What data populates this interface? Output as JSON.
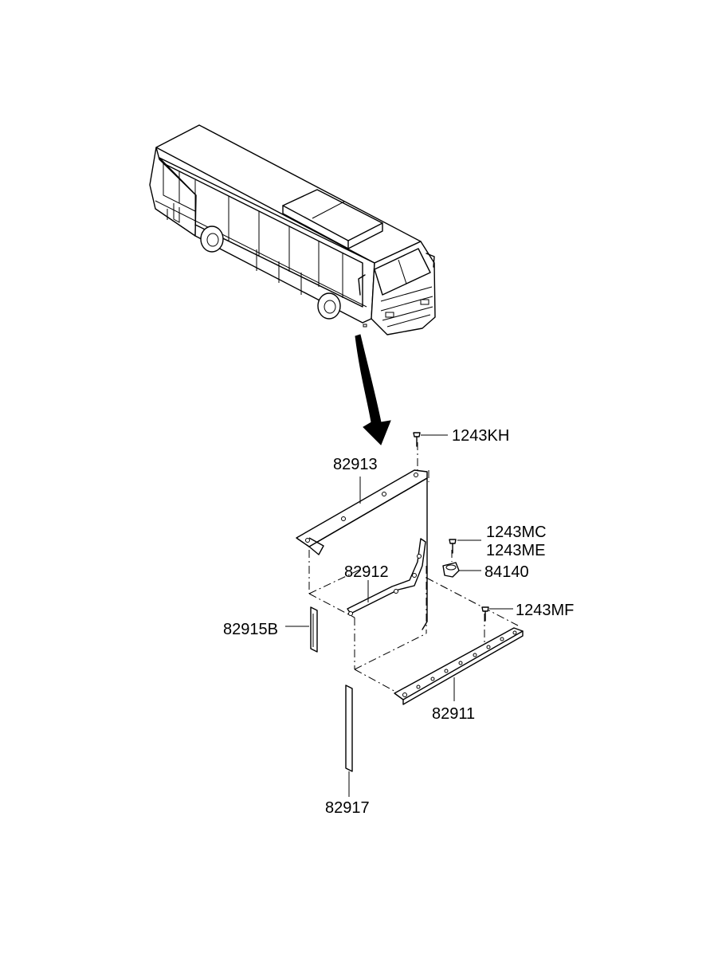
{
  "part_labels": {
    "p1243KH": "1243KH",
    "p82913": "82913",
    "p1243MC": "1243MC",
    "p1243ME": "1243ME",
    "p84140": "84140",
    "p82912": "82912",
    "p1243MF": "1243MF",
    "p82915B": "82915B",
    "p82911": "82911",
    "p82917": "82917"
  }
}
